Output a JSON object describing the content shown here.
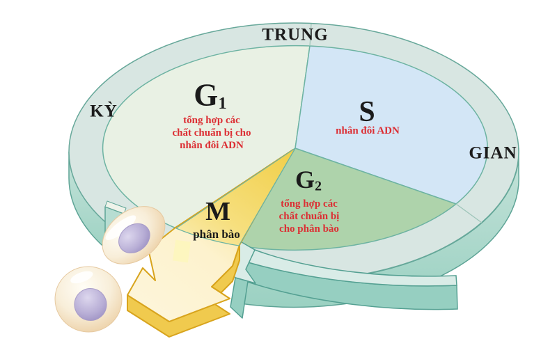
{
  "ring_labels": {
    "top": "TRUNG",
    "left": "KỲ",
    "right": "GIAN"
  },
  "phases": [
    {
      "name": "G1",
      "label": "G",
      "sub": "1",
      "desc_lines": [
        "tổng hợp các",
        "chất chuẩn bị cho",
        "nhân đôi ADN"
      ],
      "fill": "#e9f1e4"
    },
    {
      "name": "S",
      "label": "S",
      "sub": "",
      "desc_lines": [
        "nhân đôi ADN"
      ],
      "fill": "#d3e6f6"
    },
    {
      "name": "G2",
      "label": "G",
      "sub": "2",
      "desc_lines": [
        "tổng hợp các",
        "chất chuẩn bị",
        "cho phân bào"
      ],
      "fill": "#aed3ab"
    },
    {
      "name": "M",
      "label": "M",
      "sub": "",
      "desc_lines": [
        "phân bào"
      ],
      "fill": "#f2d04e"
    }
  ],
  "colors": {
    "ring_top": "#d8e6e2",
    "ring_edge": "#67a89a",
    "disc_side_light": "#c6e3da",
    "disc_side_dark": "#9bd1c2",
    "cycle_arrow_light": "#d9ece7",
    "cycle_arrow_dark": "#96cfc1",
    "exit_arrow_top": "#fdf4d6",
    "exit_arrow_side": "#f0ca4e",
    "exit_arrow_edge": "#d8a41d",
    "cell_body": "#f7ecd9",
    "nucleus": "#b5abd3",
    "red_text": "#dc2e33",
    "ink": "#1b1b1b"
  }
}
